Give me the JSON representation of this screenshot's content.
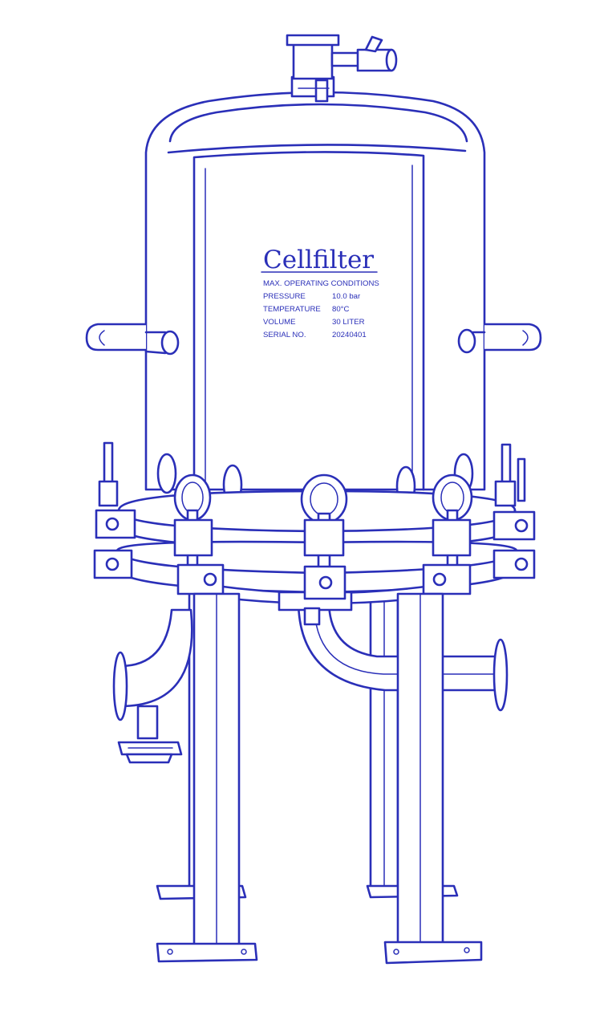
{
  "line_color": "#2a2fb8",
  "background": "#ffffff",
  "nameplate": {
    "brand": "Cellfilter",
    "heading": "MAX. OPERATING CONDITIONS",
    "rows": [
      {
        "label": "PRESSURE",
        "value": "10.0 bar"
      },
      {
        "label": "TEMPERATURE",
        "value": "80°C"
      },
      {
        "label": "VOLUME",
        "value": "30 LITER"
      },
      {
        "label": "SERIAL NO.",
        "value": "20240401"
      }
    ]
  }
}
